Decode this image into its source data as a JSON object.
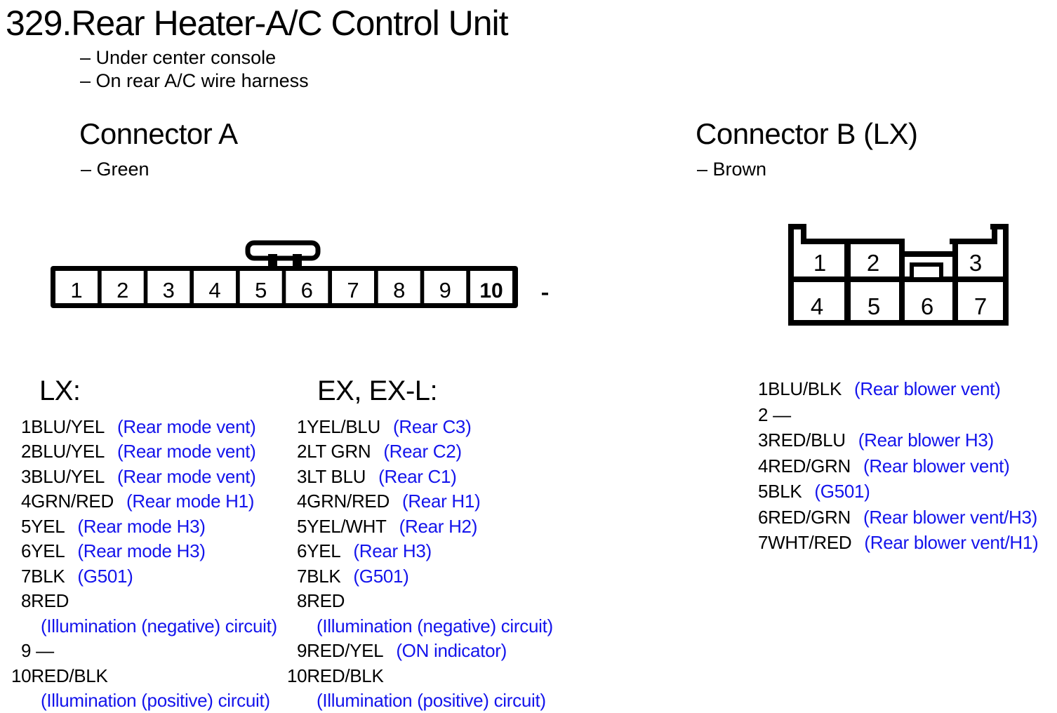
{
  "page": {
    "title": "329.Rear Heater-A/C Control Unit",
    "location_notes": [
      "– Under center console",
      "– On rear A/C wire harness"
    ]
  },
  "colors": {
    "circuit_text": "#1414EC",
    "ink": "#000000",
    "background": "#FFFFFF"
  },
  "connector_a": {
    "heading": "Connector A",
    "color_note": "– Green",
    "pins": [
      "1",
      "2",
      "3",
      "4",
      "5",
      "6",
      "7",
      "8",
      "9",
      "10"
    ],
    "variants": {
      "lx": {
        "heading": "LX:",
        "lines": [
          {
            "label": "1BLU/YEL",
            "circuit": "(Rear mode vent)"
          },
          {
            "label": "2BLU/YEL",
            "circuit": "(Rear mode vent)"
          },
          {
            "label": "3BLU/YEL",
            "circuit": "(Rear mode vent)"
          },
          {
            "label": "4GRN/RED",
            "circuit": "(Rear mode H1)"
          },
          {
            "label": "5YEL",
            "circuit": "(Rear mode H3)"
          },
          {
            "label": "6YEL",
            "circuit": "(Rear mode H3)"
          },
          {
            "label": "7BLK",
            "circuit": "(G501)"
          },
          {
            "label": "8RED",
            "circuit": ""
          },
          {
            "label": "",
            "circuit": "(Illumination (negative) circuit)"
          },
          {
            "label": "9 —",
            "circuit": ""
          },
          {
            "label": "10RED/BLK",
            "circuit": ""
          },
          {
            "label": "",
            "circuit": "(Illumination (positive) circuit)"
          }
        ]
      },
      "ex": {
        "heading": "EX, EX-L:",
        "lines": [
          {
            "label": "1YEL/BLU",
            "circuit": "(Rear C3)"
          },
          {
            "label": "2LT GRN",
            "circuit": "(Rear C2)"
          },
          {
            "label": "3LT BLU",
            "circuit": "(Rear C1)"
          },
          {
            "label": "4GRN/RED",
            "circuit": "(Rear H1)"
          },
          {
            "label": "5YEL/WHT",
            "circuit": "(Rear H2)"
          },
          {
            "label": "6YEL",
            "circuit": "(Rear H3)"
          },
          {
            "label": "7BLK",
            "circuit": "(G501)"
          },
          {
            "label": "8RED",
            "circuit": ""
          },
          {
            "label": "",
            "circuit": "(Illumination (negative) circuit)"
          },
          {
            "label": "9RED/YEL",
            "circuit": "(ON indicator)"
          },
          {
            "label": "10RED/BLK",
            "circuit": ""
          },
          {
            "label": "",
            "circuit": "(Illumination (positive) circuit)"
          }
        ]
      }
    }
  },
  "connector_b": {
    "heading": "Connector B (LX)",
    "color_note": "– Brown",
    "pins_top": [
      "1",
      "2",
      "3"
    ],
    "pins_bottom": [
      "4",
      "5",
      "6",
      "7"
    ],
    "lines": [
      {
        "label": "1BLU/BLK",
        "circuit": "(Rear blower vent)"
      },
      {
        "label": "2 —",
        "circuit": ""
      },
      {
        "label": "3RED/BLU",
        "circuit": "(Rear blower H3)"
      },
      {
        "label": "4RED/GRN",
        "circuit": "(Rear blower vent)"
      },
      {
        "label": "5BLK",
        "circuit": "(G501)"
      },
      {
        "label": "6RED/GRN",
        "circuit": "(Rear blower vent/H3)"
      },
      {
        "label": "7WHT/RED",
        "circuit": "(Rear blower vent/H1)"
      }
    ]
  }
}
